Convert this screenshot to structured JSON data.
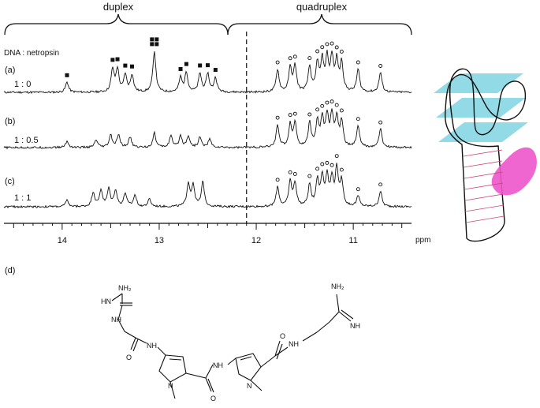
{
  "chart_data": {
    "type": "line",
    "x_unit": "ppm",
    "xlim": [
      14.6,
      10.4
    ],
    "x_ticks": [
      "14",
      "13",
      "12",
      "11"
    ],
    "divider_ppm": 12.1,
    "region_labels": [
      "duplex",
      "quadruplex"
    ],
    "legend_title": "DNA : netropsin",
    "series": [
      {
        "panel": "(a)",
        "ratio": "1 : 0",
        "peaks": [
          {
            "ppm": 13.95,
            "h": 0.25
          },
          {
            "ppm": 13.48,
            "h": 0.55
          },
          {
            "ppm": 13.43,
            "h": 0.55
          },
          {
            "ppm": 13.35,
            "h": 0.42
          },
          {
            "ppm": 13.28,
            "h": 0.42
          },
          {
            "ppm": 13.05,
            "h": 1.0
          },
          {
            "ppm": 12.78,
            "h": 0.35
          },
          {
            "ppm": 12.72,
            "h": 0.48
          },
          {
            "ppm": 12.58,
            "h": 0.45
          },
          {
            "ppm": 12.5,
            "h": 0.45
          },
          {
            "ppm": 12.42,
            "h": 0.35
          },
          {
            "ppm": 11.78,
            "h": 0.55
          },
          {
            "ppm": 11.65,
            "h": 0.58
          },
          {
            "ppm": 11.6,
            "h": 0.62
          },
          {
            "ppm": 11.45,
            "h": 0.6
          },
          {
            "ppm": 11.37,
            "h": 0.68
          },
          {
            "ppm": 11.32,
            "h": 0.72
          },
          {
            "ppm": 11.27,
            "h": 0.78
          },
          {
            "ppm": 11.22,
            "h": 0.8
          },
          {
            "ppm": 11.17,
            "h": 0.72
          },
          {
            "ppm": 11.12,
            "h": 0.7
          },
          {
            "ppm": 10.95,
            "h": 0.55
          },
          {
            "ppm": 10.72,
            "h": 0.48
          }
        ]
      },
      {
        "panel": "(b)",
        "ratio": "1 : 0.5",
        "peaks": [
          {
            "ppm": 13.95,
            "h": 0.15
          },
          {
            "ppm": 13.65,
            "h": 0.18
          },
          {
            "ppm": 13.5,
            "h": 0.3
          },
          {
            "ppm": 13.42,
            "h": 0.3
          },
          {
            "ppm": 13.3,
            "h": 0.25
          },
          {
            "ppm": 13.05,
            "h": 0.35
          },
          {
            "ppm": 12.88,
            "h": 0.28
          },
          {
            "ppm": 12.78,
            "h": 0.28
          },
          {
            "ppm": 12.7,
            "h": 0.28
          },
          {
            "ppm": 12.58,
            "h": 0.25
          },
          {
            "ppm": 12.48,
            "h": 0.2
          },
          {
            "ppm": 11.78,
            "h": 0.55
          },
          {
            "ppm": 11.65,
            "h": 0.55
          },
          {
            "ppm": 11.6,
            "h": 0.58
          },
          {
            "ppm": 11.45,
            "h": 0.58
          },
          {
            "ppm": 11.37,
            "h": 0.62
          },
          {
            "ppm": 11.32,
            "h": 0.65
          },
          {
            "ppm": 11.27,
            "h": 0.72
          },
          {
            "ppm": 11.22,
            "h": 0.75
          },
          {
            "ppm": 11.17,
            "h": 0.68
          },
          {
            "ppm": 11.12,
            "h": 0.62
          },
          {
            "ppm": 10.95,
            "h": 0.52
          },
          {
            "ppm": 10.72,
            "h": 0.45
          }
        ]
      },
      {
        "panel": "(c)",
        "ratio": "1 : 1",
        "peaks": [
          {
            "ppm": 13.95,
            "h": 0.15
          },
          {
            "ppm": 13.68,
            "h": 0.35
          },
          {
            "ppm": 13.6,
            "h": 0.4
          },
          {
            "ppm": 13.52,
            "h": 0.42
          },
          {
            "ppm": 13.45,
            "h": 0.4
          },
          {
            "ppm": 13.35,
            "h": 0.32
          },
          {
            "ppm": 13.25,
            "h": 0.28
          },
          {
            "ppm": 13.1,
            "h": 0.18
          },
          {
            "ppm": 12.7,
            "h": 0.55
          },
          {
            "ppm": 12.65,
            "h": 0.52
          },
          {
            "ppm": 12.55,
            "h": 0.6
          },
          {
            "ppm": 11.78,
            "h": 0.48
          },
          {
            "ppm": 11.65,
            "h": 0.6
          },
          {
            "ppm": 11.6,
            "h": 0.55
          },
          {
            "ppm": 11.45,
            "h": 0.52
          },
          {
            "ppm": 11.37,
            "h": 0.62
          },
          {
            "ppm": 11.32,
            "h": 0.68
          },
          {
            "ppm": 11.27,
            "h": 0.7
          },
          {
            "ppm": 11.22,
            "h": 0.62
          },
          {
            "ppm": 11.17,
            "h": 0.9
          },
          {
            "ppm": 11.12,
            "h": 0.6
          },
          {
            "ppm": 10.95,
            "h": 0.25
          },
          {
            "ppm": 10.72,
            "h": 0.38
          }
        ]
      }
    ],
    "duplex_markers": [
      13.95,
      13.48,
      13.43,
      13.35,
      13.28,
      13.05,
      12.78,
      12.72,
      12.58,
      12.5,
      12.42
    ],
    "quadruplex_markers": [
      11.78,
      11.65,
      11.6,
      11.45,
      11.37,
      11.32,
      11.27,
      11.22,
      11.17,
      11.12,
      10.95,
      10.72
    ]
  },
  "structure": {
    "panel": "(d)",
    "atoms": {
      "nh2_left": "NH₂",
      "hn_left": "HN",
      "nh_a": "NH",
      "o_a": "O",
      "nh_b": "NH",
      "n_ring1": "N",
      "o_b": "O",
      "nh_c": "NH",
      "n_ring2": "N",
      "o_c": "O",
      "nh_d": "NH",
      "nh2_right": "NH₂",
      "nh_right": "NH"
    }
  },
  "colors": {
    "quadruplex_plane": "#7fd3e1",
    "ligand": "#ee55cc",
    "groove_hatch": "#cc4477"
  }
}
